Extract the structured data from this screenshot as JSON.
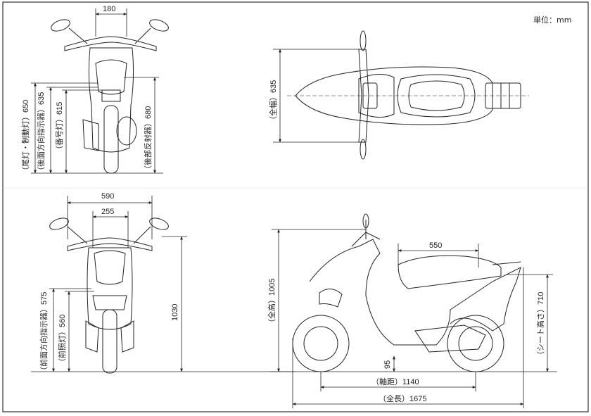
{
  "unit_label": "単位：mm",
  "rear_view": {
    "width_180": "180",
    "tail_lamp": "（尾灯・制動灯）650",
    "rear_turn": "（後面方向指示器）635",
    "plate_lamp": "（番号灯）615",
    "reflector": "（後部反射器）680"
  },
  "top_view": {
    "overall_width": "（全幅）635"
  },
  "front_view": {
    "width_590": "590",
    "width_255": "255",
    "front_turn": "（前面方向指示器）575",
    "headlamp": "（前照灯）560",
    "height_1030": "1030"
  },
  "side_view": {
    "overall_height": "（全高）1005",
    "seat_length": "550",
    "seat_height": "（シート高さ）710",
    "ground_clearance": "95",
    "wheelbase": "（軸距）1140",
    "overall_length": "（全長）1675"
  }
}
